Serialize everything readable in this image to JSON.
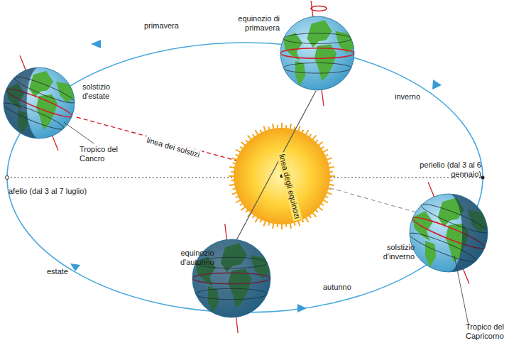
{
  "diagram": {
    "labels": [
      "primavera",
      "equinozio di primavera",
      "inverno",
      "solstizio d'estate",
      "Tropico del Cancro",
      "linea dei solstizi",
      "perielio (dal 3 al 6 gennaio)",
      "linea degli equinozi",
      "afelio (dal 3 al 7 luglio)",
      "equinozio d'autunno",
      "estate",
      "autunno",
      "solstizio d'inverno",
      "Tropico del Capricorno"
    ]
  }
}
